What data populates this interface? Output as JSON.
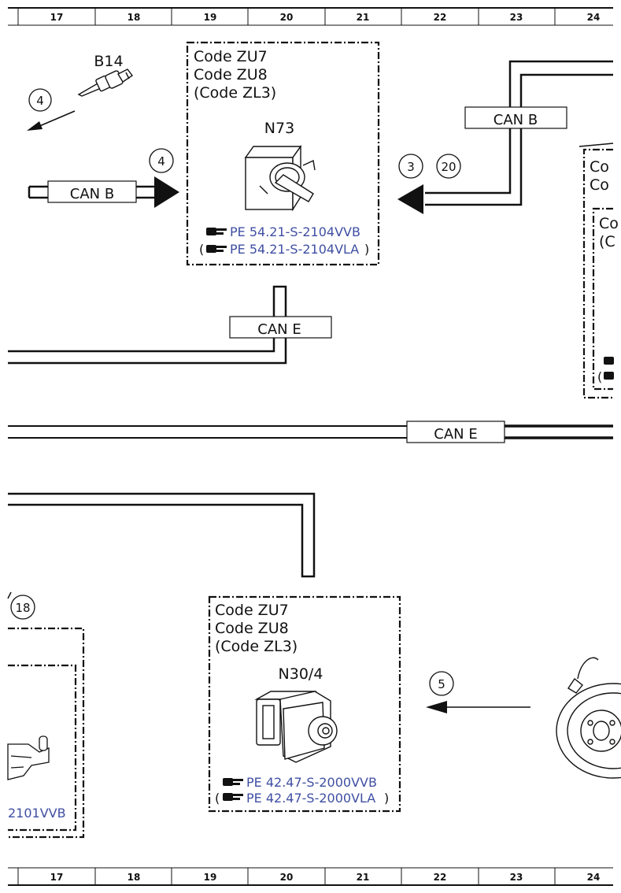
{
  "ruler_top": [
    "17",
    "18",
    "19",
    "20",
    "21",
    "22",
    "23",
    "24"
  ],
  "ruler_bottom": [
    "17",
    "18",
    "19",
    "20",
    "21",
    "22",
    "23",
    "24"
  ],
  "box_n73": {
    "codes": [
      "Code ZU7",
      "Code ZU8",
      "(Code ZL3)"
    ],
    "component": "N73",
    "refs": [
      "PE 54.21-S-2104VVB",
      "PE 54.21-S-2104VLA"
    ],
    "ref_open": "(",
    "ref_close": ")"
  },
  "box_n30": {
    "codes": [
      "Code ZU7",
      "Code ZU8",
      "(Code ZL3)"
    ],
    "component": "N30/4",
    "refs": [
      "PE 42.47-S-2000VVB",
      "PE 42.47-S-2000VLA"
    ],
    "ref_open": "(",
    "ref_close": ")"
  },
  "box_right_partial": {
    "codes": [
      "Co",
      "Co"
    ],
    "inner_lines": [
      "Co",
      "(C"
    ],
    "ref_open": "("
  },
  "box_left_partial": {
    "ref": "2101VVB"
  },
  "labels": {
    "b14": "B14",
    "can_b_left": "CAN B",
    "can_b_right": "CAN B",
    "can_e_mid": "CAN E",
    "can_e_long": "CAN E"
  },
  "circles": {
    "c4_top": "4",
    "c4_arrow": "4",
    "c3": "3",
    "c20": "20",
    "c18": "18",
    "c5": "5"
  },
  "icons": {
    "reference": "pointing-hand-icon",
    "b14": "sensor-icon",
    "n73": "ignition-lock-icon",
    "n30": "abs-control-unit-icon",
    "wheel": "brake-disc-icon"
  }
}
